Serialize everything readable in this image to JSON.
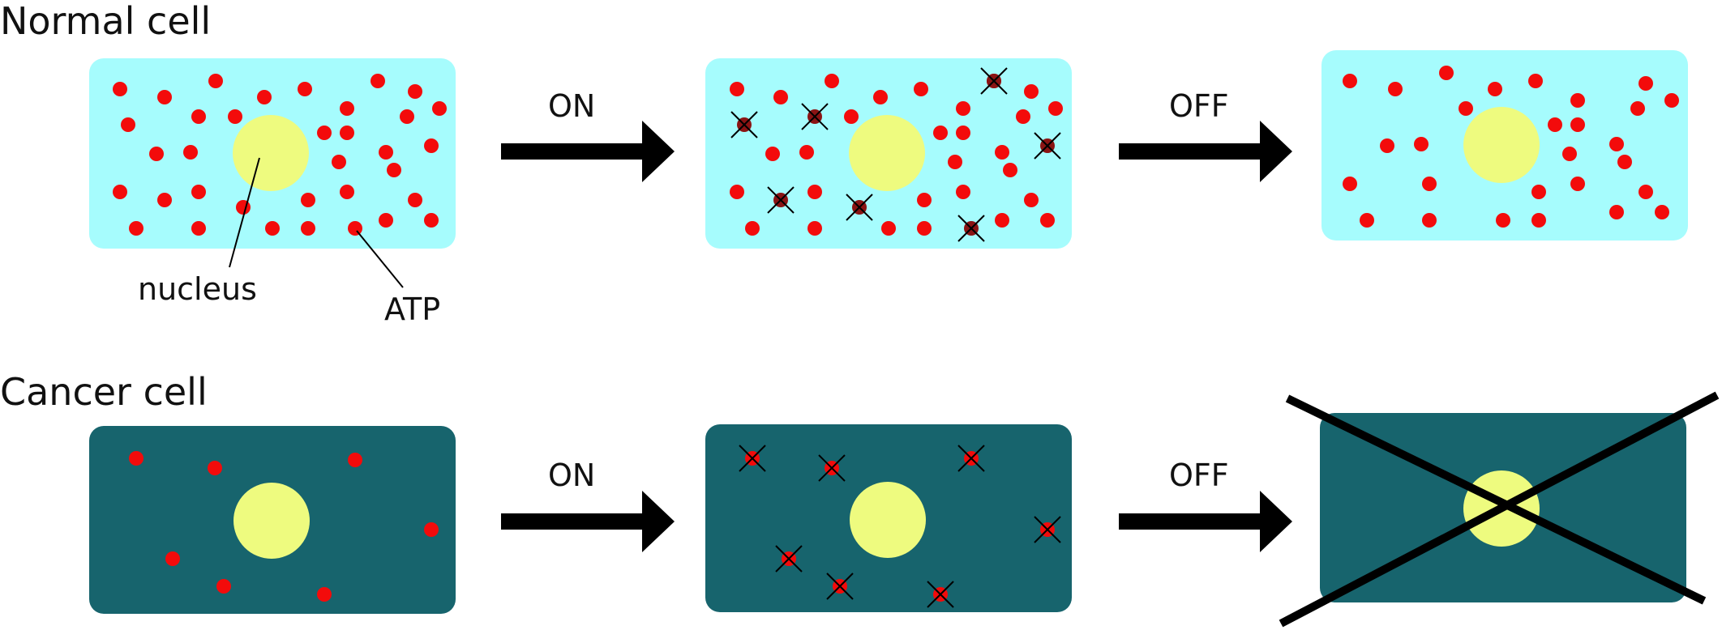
{
  "rows": {
    "normal": {
      "title": "Normal cell"
    },
    "cancer": {
      "title": "Cancer cell"
    }
  },
  "labels": {
    "nucleus": "nucleus",
    "atp": "ATP"
  },
  "arrows": {
    "on": "ON",
    "off": "OFF"
  },
  "colors": {
    "normal_cytoplasm": "#a6fcfd",
    "cancer_cytoplasm": "#17646d",
    "nucleus": "#eefb7f",
    "atp": "#f30b0b",
    "depleted_atp_normal": "#8a1414",
    "arrow": "#000000"
  }
}
